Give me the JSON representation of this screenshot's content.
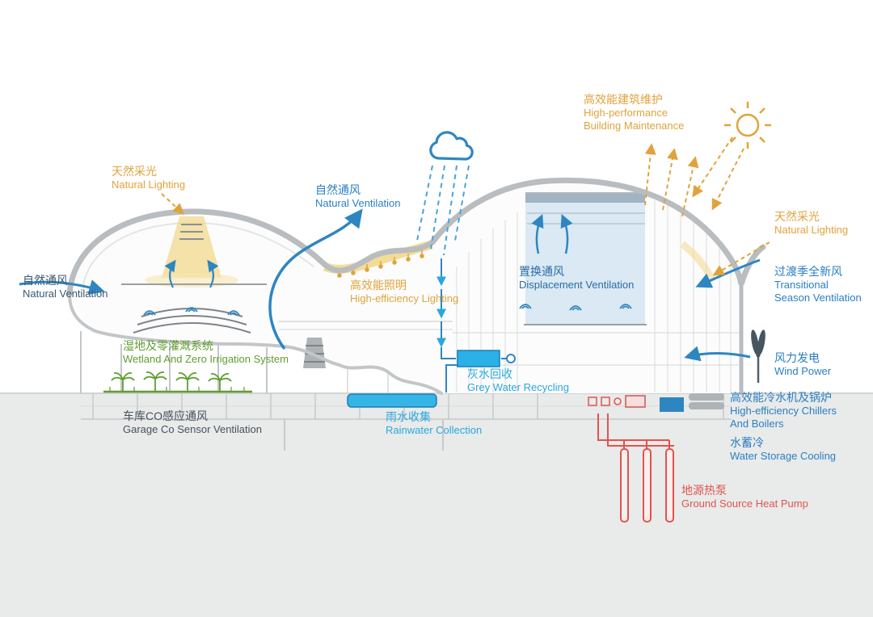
{
  "diagram_title": "Sustainable building section diagram",
  "colors": {
    "orange": "#e0a33c",
    "blue": "#2b7fc2",
    "cyan": "#29a8df",
    "green": "#5f9e31",
    "red": "#e0544c",
    "dark": "#47525c",
    "shell_gray": "#b9bdc0",
    "ground_gray": "#e9eaea",
    "atrium_blue": "#d6e7f2",
    "skylight_yellow": "#f2d98c"
  },
  "icons": [
    "sun-icon",
    "cloud-rain-icon",
    "wind-turbine-icon",
    "palm-tree-icon",
    "greywater-tank-icon",
    "rainwater-tank-icon",
    "chiller-icon",
    "ground-loop-icon"
  ],
  "annotations": {
    "natural_lighting_left": {
      "zh": "天然采光",
      "en": "Natural Lighting"
    },
    "natural_ventilation_mid": {
      "zh": "自然通风",
      "en": "Natural Ventilation"
    },
    "building_maintenance": {
      "zh": "高效能建筑维护",
      "en1": "High-performance",
      "en2": "Building Maintenance"
    },
    "natural_lighting_right": {
      "zh": "天然采光",
      "en": "Natural Lighting"
    },
    "natural_ventilation_left": {
      "zh": "自然通风",
      "en": "Natural Ventilation"
    },
    "high_efficiency_lighting": {
      "zh": "高效能照明",
      "en": "High-efficiency Lighting"
    },
    "displacement_ventilation": {
      "zh": "置换通风",
      "en": "Displacement Ventilation"
    },
    "transitional_ventilation": {
      "zh": "过渡季全新风",
      "en1": "Transitional",
      "en2": "Season Ventilation"
    },
    "wetland": {
      "zh": "湿地及零灌溉系统",
      "en": "Wetland And Zero Irrigation System"
    },
    "wind_power": {
      "zh": "风力发电",
      "en": "Wind Power"
    },
    "grey_water": {
      "zh": "灰水回收",
      "en": "Grey Water Recycling"
    },
    "garage_co": {
      "zh": "车库CO感应通风",
      "en": "Garage Co Sensor Ventilation"
    },
    "rainwater": {
      "zh": "雨水收集",
      "en": "Rainwater Collection"
    },
    "chillers": {
      "zh": "高效能冷水机及锅炉",
      "en1": "High-efficiency Chillers",
      "en2": "And Boilers"
    },
    "water_storage": {
      "zh": "水蓄冷",
      "en": "Water Storage Cooling"
    },
    "ground_source": {
      "zh": "地源热泵",
      "en": "Ground Source Heat Pump"
    }
  }
}
